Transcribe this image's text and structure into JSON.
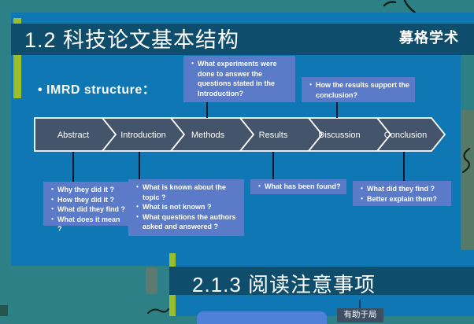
{
  "slide1": {
    "title": "1.2 科技论文基本结构",
    "brand": "募格学术",
    "subtitle": "• IMRD structure：",
    "chevrons": [
      "Abstract",
      "Introduction",
      "Methods",
      "Results",
      "Discussion",
      "Conclusion"
    ],
    "callouts": {
      "abstract": {
        "items": [
          "Why they did it ?",
          "How they did it ?",
          "What did they find ?",
          "What does it mean ?"
        ]
      },
      "introduction": {
        "items": [
          "What is known about the topic ?",
          "What is not known ?",
          "What questions the authors asked and answered ?"
        ]
      },
      "methods": {
        "items": [
          "What experiments were done to answer the questions stated in the Introduction?"
        ]
      },
      "results": {
        "items": [
          "What has been found?"
        ]
      },
      "discussion": {
        "items": [
          "How the results support the conclusion?"
        ]
      },
      "conclusion": {
        "items": [
          "What did they find ?",
          "Better explain them?"
        ]
      }
    }
  },
  "slide2": {
    "title": "2.1.3 阅读注意事项",
    "partial_box_label": "有助于局"
  },
  "colors": {
    "background_teal": "#2d8186",
    "slide_blue": "#0f78b4",
    "band_navy": "#0e4d6b",
    "accent_green": "#9abf2b",
    "chevron_fill": "#44546a",
    "callout_blue": "#5b7ac8",
    "rounded_box_blue": "#4e82d8",
    "dark_box_slate": "#3d4f63"
  }
}
